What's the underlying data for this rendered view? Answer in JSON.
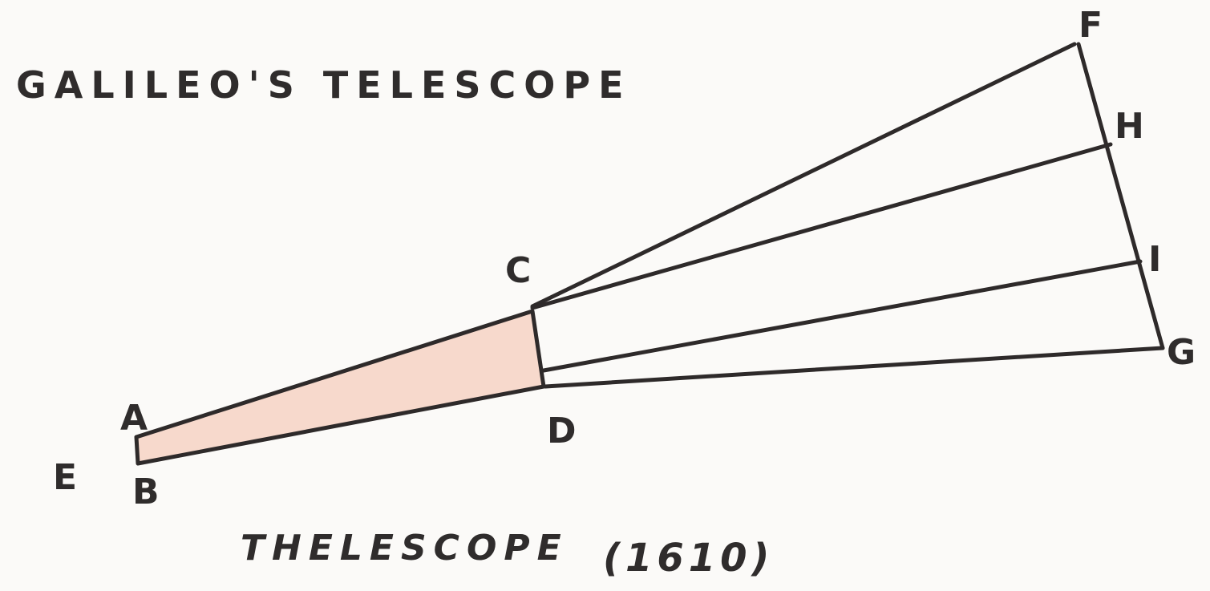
{
  "title": "GALILEO'S TELESCOPE",
  "caption": "THELESCOPE",
  "year": "(1610)",
  "colors": {
    "ink": "#2e2a2a",
    "tube_fill": "#f6d2c4",
    "paper": "#fbfaf8"
  },
  "points": {
    "A": "A",
    "B": "B",
    "C": "C",
    "D": "D",
    "E": "E",
    "F": "F",
    "G": "G",
    "H": "H",
    "I": "I"
  }
}
